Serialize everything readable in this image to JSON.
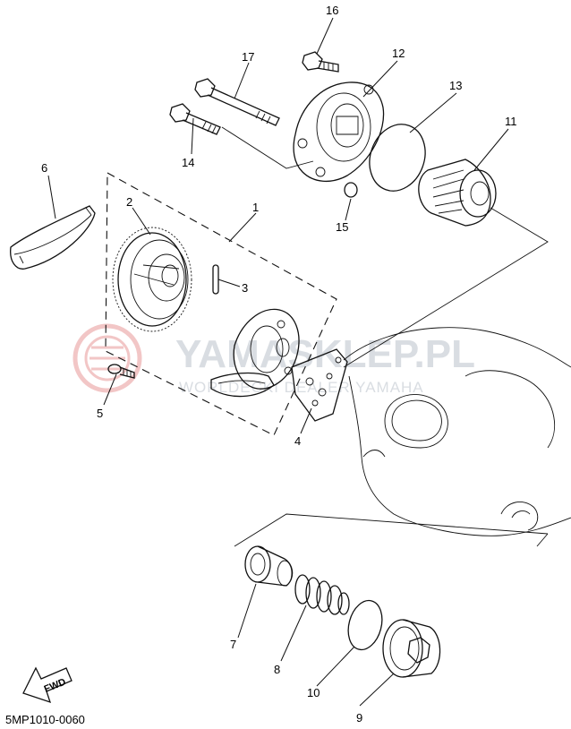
{
  "diagram_code": "5MP1010-0060",
  "watermark": {
    "title": "YAMASKLEP.PL",
    "subtitle": "WORLDECKI DEALER YAMAHA"
  },
  "direction_label": "FWD",
  "callouts": [
    "1",
    "2",
    "3",
    "4",
    "5",
    "6",
    "7",
    "8",
    "9",
    "10",
    "11",
    "12",
    "13",
    "14",
    "15",
    "16",
    "17"
  ],
  "colors": {
    "line": "#111111",
    "watermark": "#d9dde2",
    "watermark_logo": "#f2c6c6"
  }
}
